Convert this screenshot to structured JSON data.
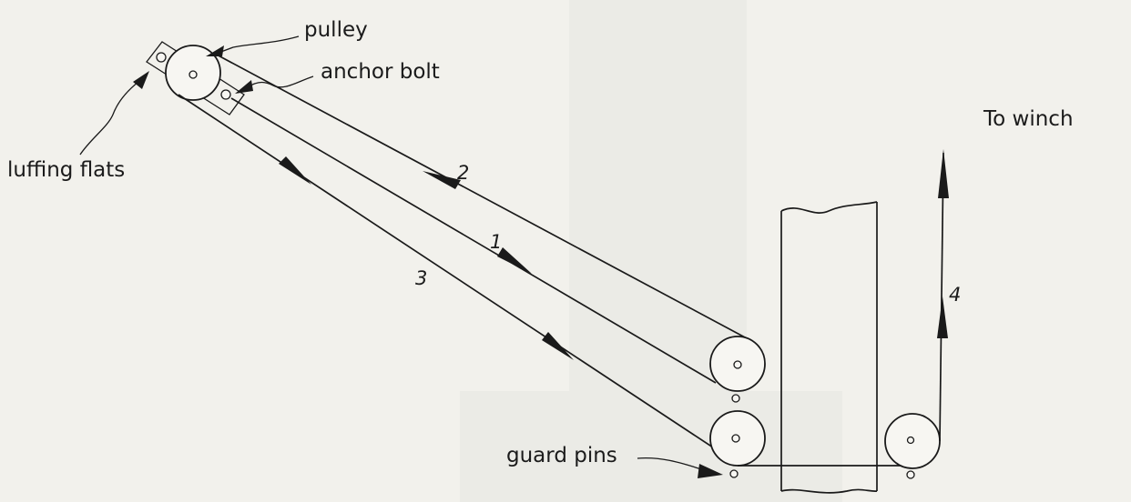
{
  "labels": {
    "pulley": "pulley",
    "anchor_bolt": "anchor bolt",
    "luffing_flats": "luffing flats",
    "to_winch": "To winch",
    "guard_pins": "guard pins"
  },
  "rope_numbers": {
    "r1": "1",
    "r2": "2",
    "r3": "3",
    "r4": "4"
  },
  "colors": {
    "ink": "#1a1a1a",
    "paper": "#f2f1ec"
  }
}
